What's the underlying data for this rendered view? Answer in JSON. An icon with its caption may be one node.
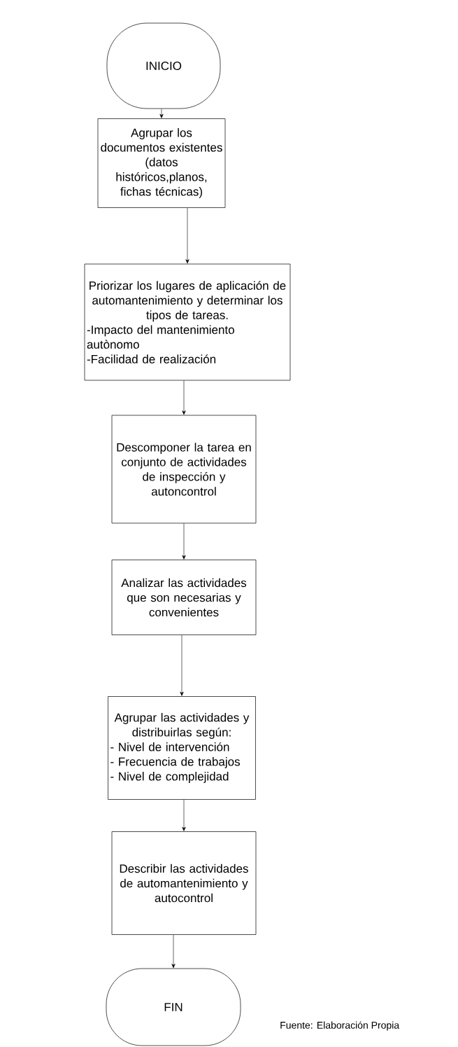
{
  "diagram": {
    "nodes": [
      {
        "text": [
          "INICIO"
        ]
      },
      {
        "text": [
          "Agrupar los documentos existentes (datos históricos,planos, fichas técnicas)"
        ]
      },
      {
        "text": [
          "Priorizar los lugares de aplicación de automantenimiento y determinar los tipos de tareas.",
          "-Impacto del mantenimiento autònomo",
          "-Facilidad de realización"
        ]
      },
      {
        "text": [
          "Descomponer la tarea en conjunto de actividades de inspección y autoncontrol"
        ]
      },
      {
        "text": [
          "Analizar las actividades que son necesarias y convenientes"
        ]
      },
      {
        "text": [
          "Agrupar las actividades y distribuirlas según:",
          "- Nivel de intervención",
          "- Frecuencia de trabajos",
          "- Nivel de complejidad"
        ]
      },
      {
        "text": [
          "Describir las actividades de automantenimiento y autocontrol"
        ]
      },
      {
        "text": [
          "FIN"
        ]
      }
    ],
    "edges": [
      {
        "from": 0,
        "to": 1,
        "arrow": "to"
      },
      {
        "from": 1,
        "to": 2,
        "arrow": "to"
      },
      {
        "from": 2,
        "to": 3,
        "arrow": "to"
      },
      {
        "from": 3,
        "to": 4,
        "arrow": "to"
      },
      {
        "from": 4,
        "to": 5,
        "arrow": "to"
      },
      {
        "from": 5,
        "to": 6,
        "arrow": "to"
      },
      {
        "from": 6,
        "to": 7,
        "arrow": "to"
      }
    ],
    "labels": [
      "Fuente: Elaboración Propia"
    ]
  }
}
